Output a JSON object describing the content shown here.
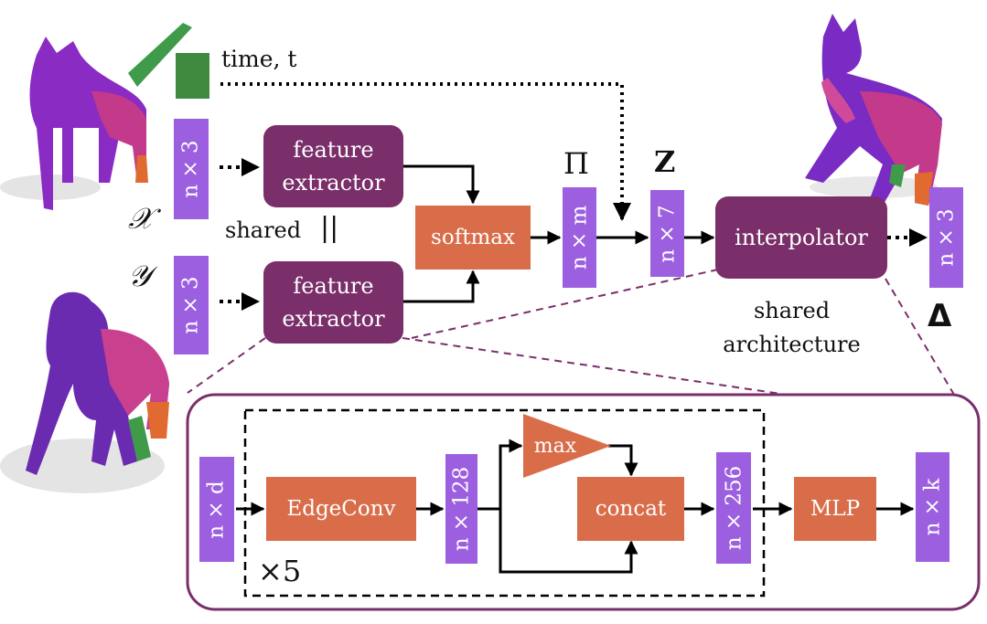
{
  "time_label": "time, t",
  "inputs": {
    "x_symbol": "𝒳",
    "y_symbol": "𝒴",
    "x_dim": "n × 3",
    "y_dim": "n × 3"
  },
  "top": {
    "feature_extractor_top": "feature extractor",
    "feature_extractor_bottom": "feature extractor",
    "shared_label": "shared",
    "shared_symbol": "||",
    "softmax": "softmax",
    "pi_symbol": "Π",
    "pi_dim": "n × m",
    "z_symbol": "Z",
    "z_dim": "n × 7",
    "interpolator": "interpolator",
    "output_dim": "n × 3",
    "delta_symbol": "Δ",
    "shared_arch_label": "shared architecture"
  },
  "detail": {
    "in_dim": "n × d",
    "edgeconv": "EdgeConv",
    "dim128": "n × 128",
    "max": "max",
    "concat": "concat",
    "dim256": "n × 256",
    "mlp": "MLP",
    "out_dim": "n × k",
    "repeat": "×5"
  },
  "colors": {
    "dark_block": "#7a2e6a",
    "orange_block": "#d96d4a",
    "tensor_block": "#9c5fe0",
    "time_block": "#3f8a3f",
    "detail_border": "#7a2e6a"
  },
  "icons": [
    "cat-mesh-icon",
    "gorilla-mesh-icon",
    "cat-deformed-mesh-icon"
  ]
}
